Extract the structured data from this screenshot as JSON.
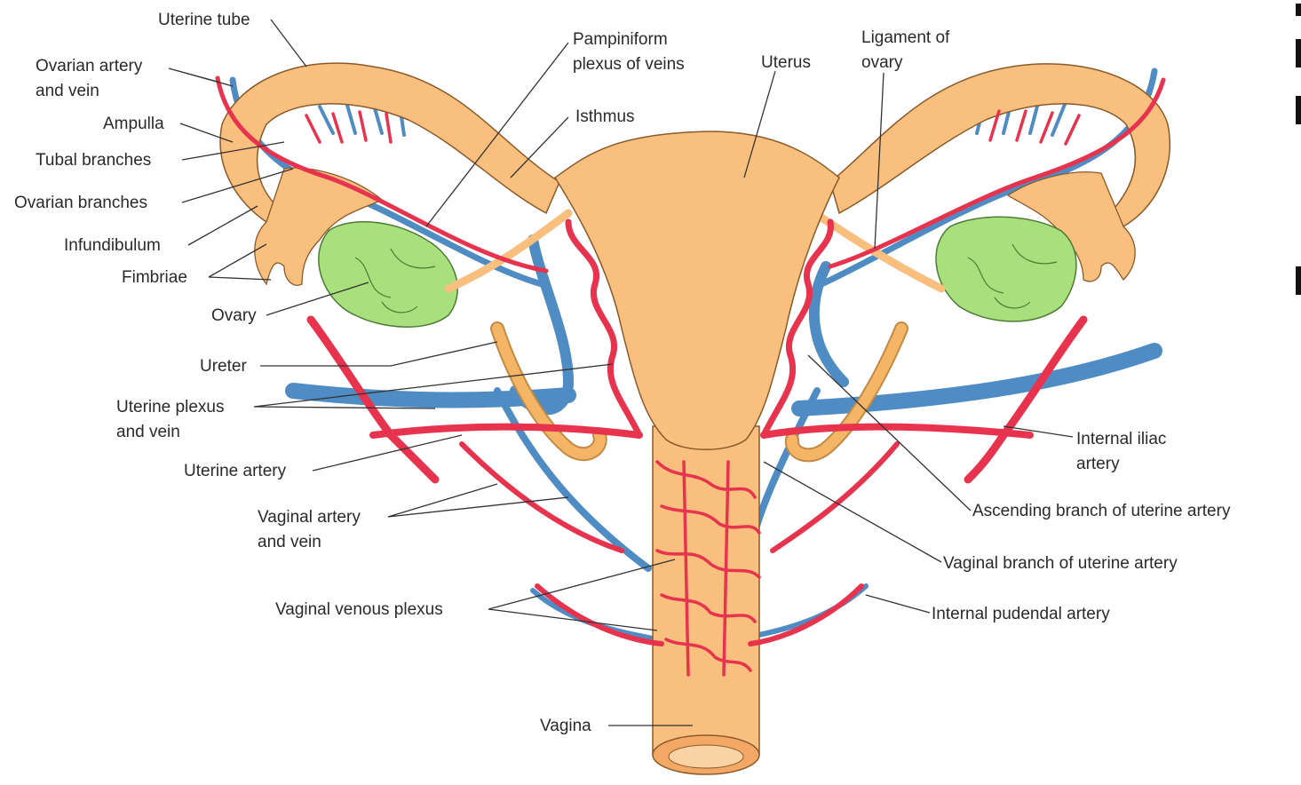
{
  "colors": {
    "organ": "#f9bf7e",
    "organ_outline": "#8a5a2a",
    "artery": "#e8334f",
    "vein": "#4f8cc4",
    "ovary": "#a8e07e",
    "ovary_outline": "#4f7a34",
    "ureter": "#f5b566",
    "text": "#2a2a2a"
  },
  "labels": {
    "uterine_tube": "Uterine tube",
    "ovarian_artery_vein_1": "Ovarian artery",
    "ovarian_artery_vein_2": "and vein",
    "ampulla": "Ampulla",
    "tubal_branches": "Tubal branches",
    "ovarian_branches": "Ovarian branches",
    "infundibulum": "Infundibulum",
    "fimbriae": "Fimbriae",
    "ovary": "Ovary",
    "ureter": "Ureter",
    "uterine_plexus_vein_1": "Uterine plexus",
    "uterine_plexus_vein_2": "and vein",
    "uterine_artery": "Uterine artery",
    "vaginal_artery_vein_1": "Vaginal artery",
    "vaginal_artery_vein_2": "and vein",
    "vaginal_venous_plexus": "Vaginal venous plexus",
    "vagina": "Vagina",
    "pampiniform_1": "Pampiniform",
    "pampiniform_2": "plexus of veins",
    "isthmus": "Isthmus",
    "uterus": "Uterus",
    "ligament_ovary_1": "Ligament of",
    "ligament_ovary_2": "ovary",
    "internal_iliac_1": "Internal iliac",
    "internal_iliac_2": "artery",
    "ascending_branch": "Ascending branch of uterine artery",
    "vaginal_branch": "Vaginal branch of uterine artery",
    "internal_pudendal": "Internal pudendal artery"
  }
}
